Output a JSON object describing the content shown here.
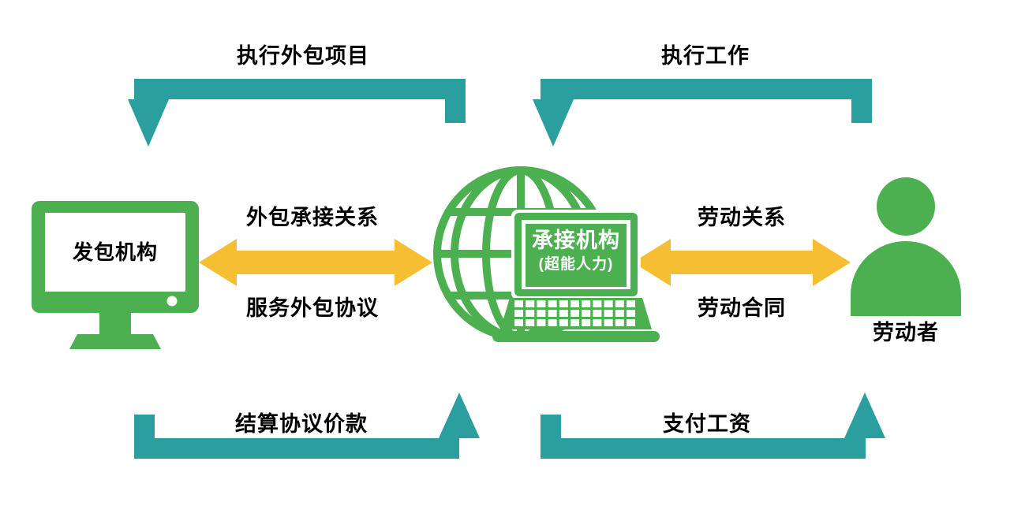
{
  "colors": {
    "green": "#4CAF50",
    "teal": "#2B9EA0",
    "yellow": "#F6BE33",
    "text": "#000000",
    "white": "#FFFFFF"
  },
  "nodes": {
    "outsourcer": {
      "label": "发包机构"
    },
    "contractor": {
      "label": "承接机构",
      "sublabel": "(超能人力)"
    },
    "worker": {
      "label": "劳动者"
    }
  },
  "arrows": {
    "top_left": {
      "label": "执行外包项目"
    },
    "top_right": {
      "label": "执行工作"
    },
    "middle_left": {
      "label_top": "外包承接关系",
      "label_bottom": "服务外包协议"
    },
    "middle_right": {
      "label_top": "劳动关系",
      "label_bottom": "劳动合同"
    },
    "bottom_left": {
      "label": "结算协议价款"
    },
    "bottom_right": {
      "label": "支付工资"
    }
  }
}
